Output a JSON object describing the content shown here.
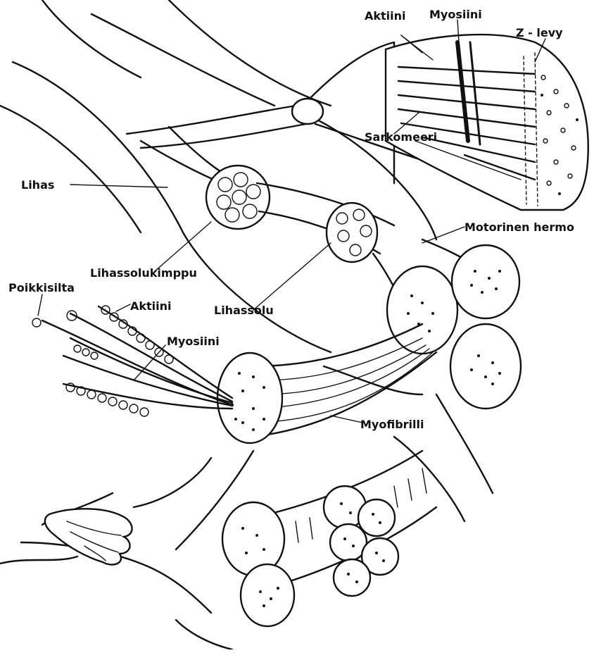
{
  "diagram": {
    "labels": {
      "aktiini_top": "Aktiini",
      "myosiini_top": "Myosiini",
      "z_levy": "Z - levy",
      "sarkomeeri": "Sarkomeeri",
      "lihas": "Lihas",
      "motorinen_hermo": "Motorinen hermo",
      "lihassolukimppu": "Lihassolukimppu",
      "poikkisilta": "Poikkisilta",
      "aktiini": "Aktiini",
      "lihassolu": "Lihassolu",
      "myosiini": "Myosiini",
      "myofibrilli": "Myofibrilli"
    },
    "colors": {
      "ink": "#111111",
      "paper": "#ffffff"
    }
  }
}
